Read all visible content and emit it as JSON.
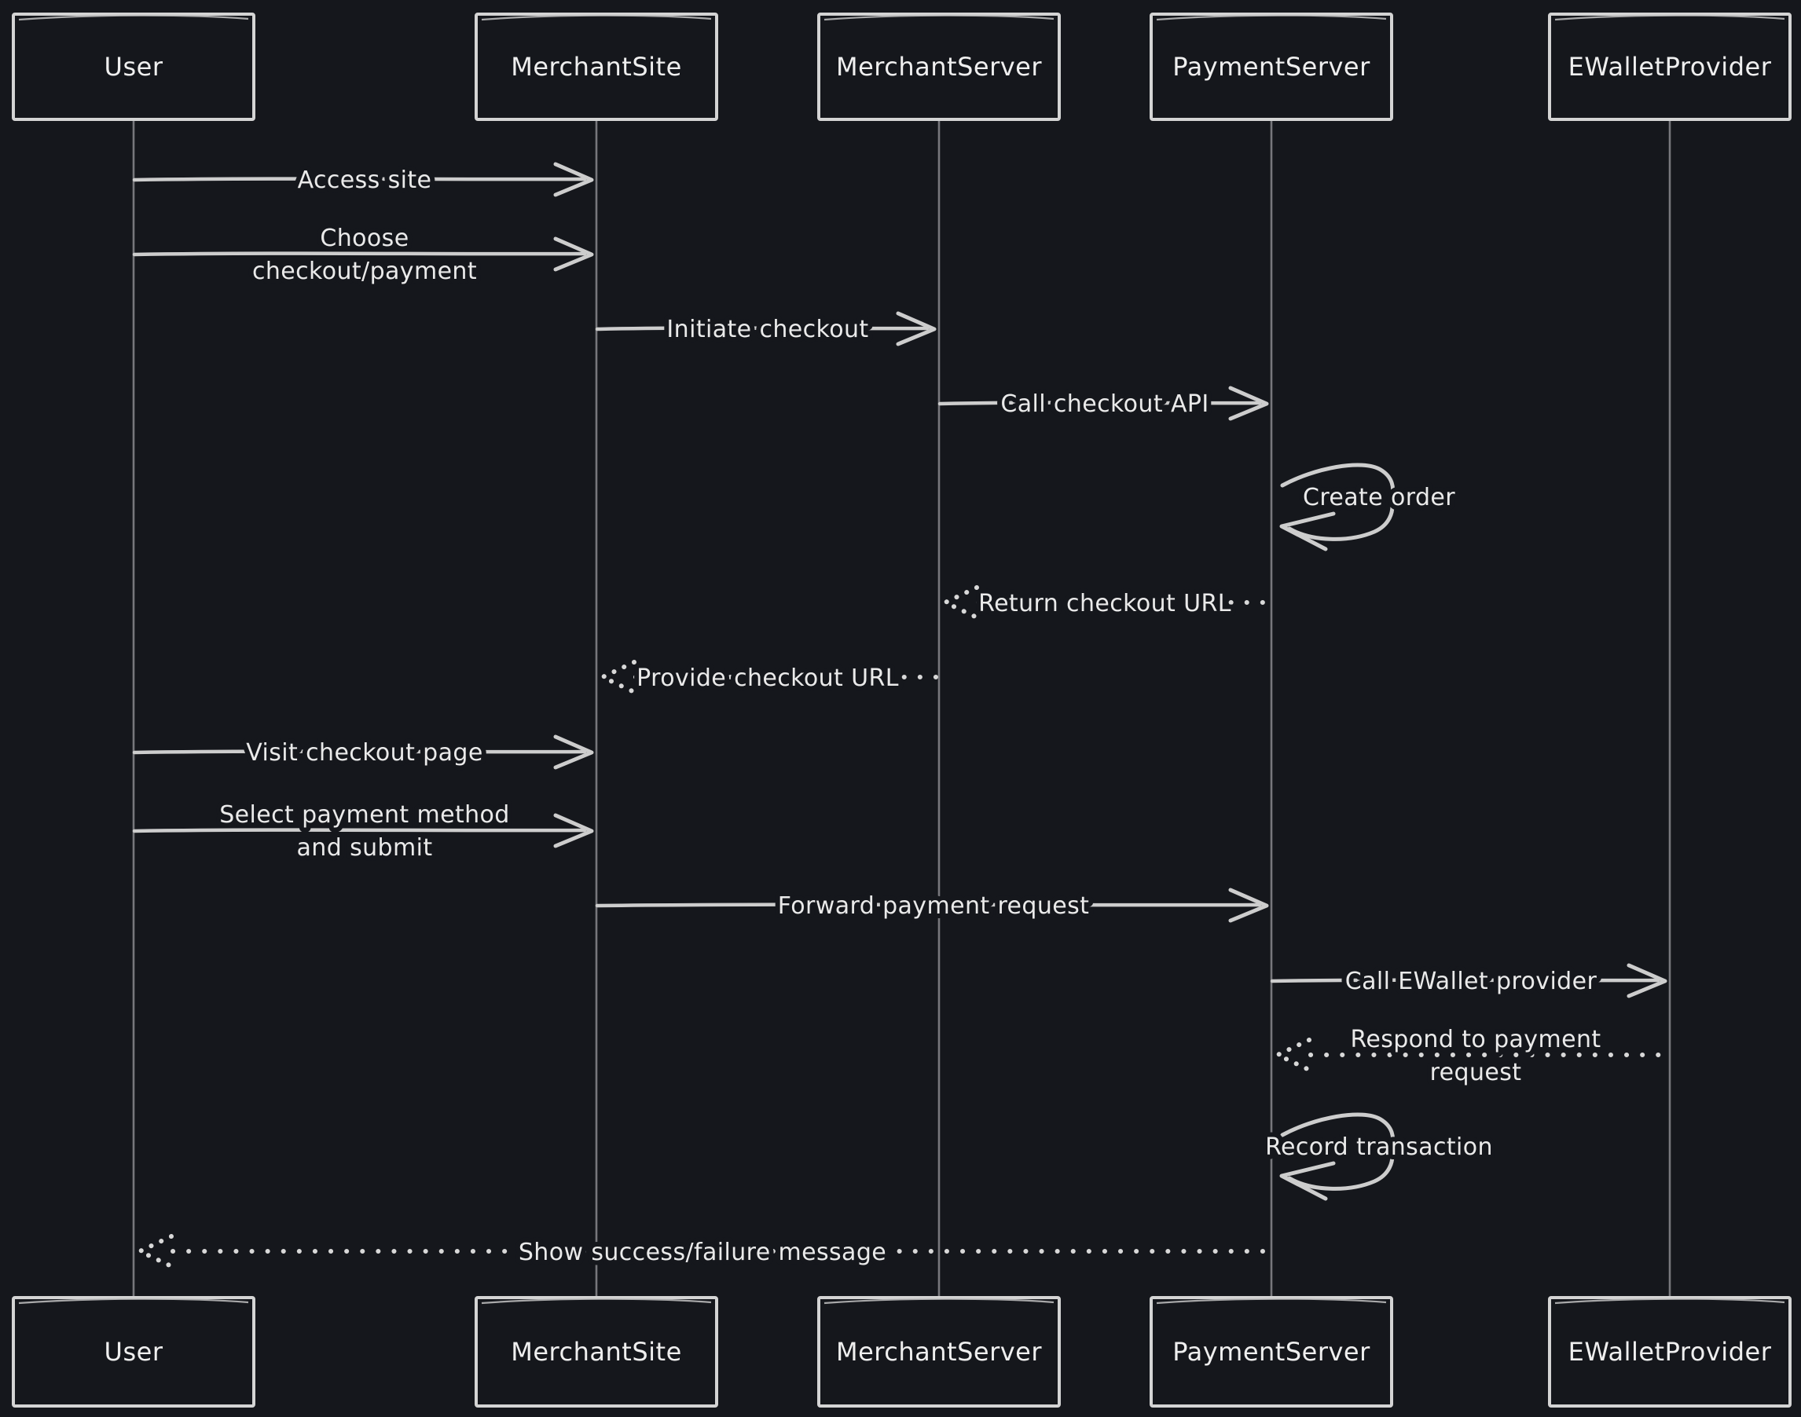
{
  "diagram": {
    "kind": "sequence-diagram",
    "theme": {
      "background": "#15171c",
      "line_color": "#d2d2d2",
      "text_color": "#eaeaea",
      "lifeline_color": "#77777c"
    },
    "actors": [
      "User",
      "MerchantSite",
      "MerchantServer",
      "PaymentServer",
      "EWalletProvider"
    ],
    "messages": [
      {
        "from": "User",
        "to": "MerchantSite",
        "style": "solid",
        "lines": [
          "Access site"
        ]
      },
      {
        "from": "User",
        "to": "MerchantSite",
        "style": "solid",
        "lines": [
          "Choose",
          "checkout/payment"
        ]
      },
      {
        "from": "MerchantSite",
        "to": "MerchantServer",
        "style": "solid",
        "lines": [
          "Initiate checkout"
        ]
      },
      {
        "from": "MerchantServer",
        "to": "PaymentServer",
        "style": "solid",
        "lines": [
          "Call checkout API"
        ]
      },
      {
        "from": "PaymentServer",
        "to": "PaymentServer",
        "style": "self",
        "lines": [
          "Create order"
        ]
      },
      {
        "from": "PaymentServer",
        "to": "MerchantServer",
        "style": "dashed",
        "lines": [
          "Return checkout URL"
        ]
      },
      {
        "from": "MerchantServer",
        "to": "MerchantSite",
        "style": "dashed",
        "lines": [
          "Provide checkout URL"
        ]
      },
      {
        "from": "User",
        "to": "MerchantSite",
        "style": "solid",
        "lines": [
          "Visit checkout page"
        ]
      },
      {
        "from": "User",
        "to": "MerchantSite",
        "style": "solid",
        "lines": [
          "Select payment method",
          "and submit"
        ]
      },
      {
        "from": "MerchantSite",
        "to": "PaymentServer",
        "style": "solid",
        "lines": [
          "Forward payment request"
        ]
      },
      {
        "from": "PaymentServer",
        "to": "EWalletProvider",
        "style": "solid",
        "lines": [
          "Call EWallet provider"
        ]
      },
      {
        "from": "EWalletProvider",
        "to": "PaymentServer",
        "style": "dashed",
        "lines": [
          "Respond to payment",
          "request"
        ]
      },
      {
        "from": "PaymentServer",
        "to": "PaymentServer",
        "style": "self",
        "lines": [
          "Record transaction"
        ]
      },
      {
        "from": "PaymentServer",
        "to": "User",
        "style": "dashed",
        "lines": [
          "Show success/failure message"
        ]
      }
    ]
  }
}
